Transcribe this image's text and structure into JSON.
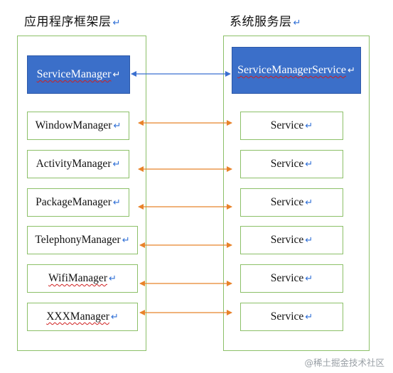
{
  "left_layer": {
    "title": "应用程序框架层",
    "manager_box": "ServiceManager",
    "managers": [
      "WindowManager",
      "ActivityManager",
      "PackageManager",
      "TelephonyManager",
      "WifiManager",
      "XXXManager"
    ]
  },
  "right_layer": {
    "title": "系统服务层",
    "manager_service_box": "ServiceManagerService",
    "services": [
      "Service",
      "Service",
      "Service",
      "Service",
      "Service",
      "Service"
    ]
  },
  "return_mark": "↵",
  "watermark": "@稀土掘金技术社区",
  "colors": {
    "panel_border": "#8cc068",
    "blue_box": "#3b6fc9",
    "top_arrow": "#3a6fd0",
    "row_arrow": "#e8832a"
  }
}
